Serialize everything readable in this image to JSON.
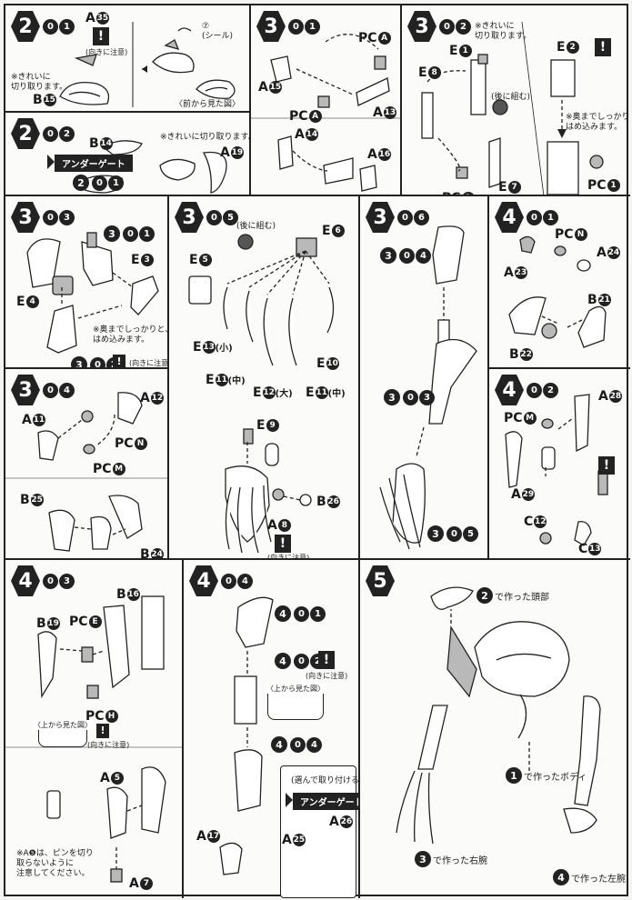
{
  "notes": {
    "cut_clean": "※きれいに",
    "cut_clean_2": "切り取ります。",
    "cut_clean_one": "※きれいに切り取ります。",
    "seal": "(シール)",
    "front_view": "〈前から見た図〉",
    "top_view": "〈上から見た図〉",
    "press_firmly": "※奥までしっかりと、",
    "press_firmly_2": "はめ込みます。",
    "mind_direction": "(向きに注意)",
    "assemble_later": "(後に組む)",
    "a5_note_1": "※A❺は、ピンを切り",
    "a5_note_2": "取らないように",
    "a5_note_3": "注意してください。",
    "choose_attach": "(選んで取り付ける)",
    "under_gate": "アンダーゲート"
  },
  "sizes": {
    "small": "(小)",
    "medium": "(中)",
    "large": "(大)"
  },
  "step5_refs": {
    "head": "で作った頭部",
    "body": "で作ったボディ",
    "right_arm": "で作った右腕",
    "left_arm": "で作った左腕"
  },
  "steps": [
    {
      "main": "2",
      "sub": [
        "0",
        "1"
      ]
    },
    {
      "main": "3",
      "sub": [
        "0",
        "1"
      ]
    },
    {
      "main": "3",
      "sub": [
        "0",
        "2"
      ]
    },
    {
      "main": "2",
      "sub": [
        "0",
        "2"
      ]
    },
    {
      "main": "3",
      "sub": [
        "0",
        "3"
      ]
    },
    {
      "main": "3",
      "sub": [
        "0",
        "5"
      ]
    },
    {
      "main": "3",
      "sub": [
        "0",
        "6"
      ]
    },
    {
      "main": "4",
      "sub": [
        "0",
        "1"
      ]
    },
    {
      "main": "3",
      "sub": [
        "0",
        "4"
      ]
    },
    {
      "main": "4",
      "sub": [
        "0",
        "2"
      ]
    },
    {
      "main": "4",
      "sub": [
        "0",
        "3"
      ]
    },
    {
      "main": "4",
      "sub": [
        "0",
        "4"
      ]
    },
    {
      "main": "5",
      "sub": []
    }
  ],
  "warn_symbol": "!",
  "step5_nums": [
    "2",
    "1",
    "3",
    "4"
  ],
  "parts": {
    "A35": "A",
    "A35n": "35",
    "B15": "B",
    "B15n": "15",
    "B14": "B",
    "B14n": "14",
    "A19": "A",
    "A19n": "19",
    "PCA": "PC",
    "PCAn": "A",
    "A15": "A",
    "A15n": "15",
    "A13": "A",
    "A13n": "13",
    "A14": "A",
    "A14n": "14",
    "A16": "A",
    "A16n": "16",
    "E1": "E",
    "E1n": "1",
    "E8": "E",
    "E8n": "8",
    "E7": "E",
    "E7n": "7",
    "PC1": "PC",
    "PC1n": "1",
    "E2": "E",
    "E2n": "2",
    "E3": "E",
    "E3n": "3",
    "E4": "E",
    "E4n": "4",
    "E5": "E",
    "E5n": "5",
    "E6": "E",
    "E6n": "6",
    "E13": "E",
    "E13n": "13",
    "E11": "E",
    "E11n": "11",
    "E12": "E",
    "E12n": "12",
    "E10": "E",
    "E10n": "10",
    "E9": "E",
    "E9n": "9",
    "A8": "A",
    "A8n": "8",
    "B26": "B",
    "B26n": "26",
    "A11": "A",
    "A11n": "11",
    "A12": "A",
    "A12n": "12",
    "PCN": "PC",
    "PCNn": "N",
    "PCM": "PC",
    "PCMn": "M",
    "B25": "B",
    "B25n": "25",
    "B24": "B",
    "B24n": "24",
    "A23": "A",
    "A23n": "23",
    "A24": "A",
    "A24n": "24",
    "B21": "B",
    "B21n": "21",
    "B22": "B",
    "B22n": "22",
    "A28": "A",
    "A28n": "28",
    "A29": "A",
    "A29n": "29",
    "C12": "C",
    "C12n": "12",
    "C13": "C",
    "C13n": "13",
    "B19": "B",
    "B19n": "19",
    "B16": "B",
    "B16n": "16",
    "PCE": "PC",
    "PCEn": "E",
    "PCH": "PC",
    "PCHn": "H",
    "A5": "A",
    "A5n": "5",
    "A7": "A",
    "A7n": "7",
    "A17": "A",
    "A17n": "17",
    "A25": "A",
    "A25n": "25",
    "A26": "A",
    "A26n": "26"
  },
  "seal_num": "⑦"
}
